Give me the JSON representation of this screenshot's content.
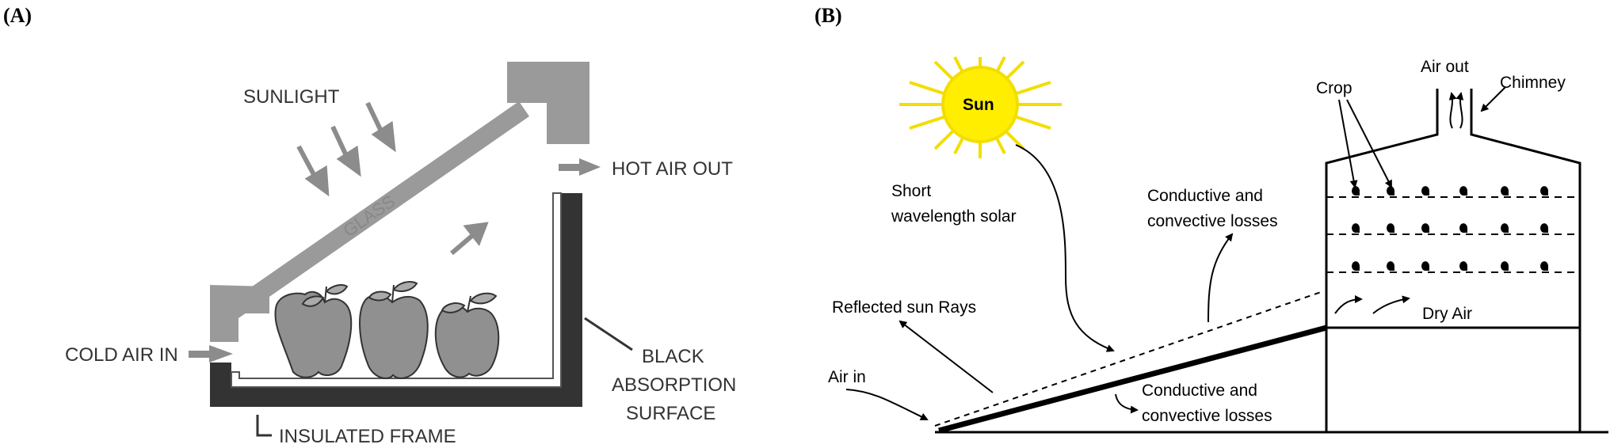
{
  "panel_a": {
    "label": "(A)",
    "sunlight": "SUNLIGHT",
    "glass": "GLASS",
    "hot_air_out": "HOT AIR OUT",
    "cold_air_in": "COLD AIR IN",
    "black_absorption_1": "BLACK",
    "black_absorption_2": "ABSORPTION",
    "black_absorption_3": "SURFACE",
    "insulated_frame": "INSULATED FRAME"
  },
  "panel_b": {
    "label": "(B)",
    "sun": "Sun",
    "air_out": "Air out",
    "chimney": "Chimney",
    "crop": "Crop",
    "short_wavelength_1": "Short",
    "short_wavelength_2": "wavelength solar",
    "conductive_top_1": "Conductive and",
    "conductive_top_2": "convective losses",
    "reflected_sun_rays": "Reflected sun Rays",
    "dry_air": "Dry Air",
    "air_in": "Air in",
    "conductive_bottom_1": "Conductive and",
    "conductive_bottom_2": "convective losses"
  },
  "colors": {
    "arrow_grey": "#8c8c8c",
    "frame_dark": "#333333",
    "apple_grey": "#909090",
    "sun_yellow": "#ffee00"
  }
}
